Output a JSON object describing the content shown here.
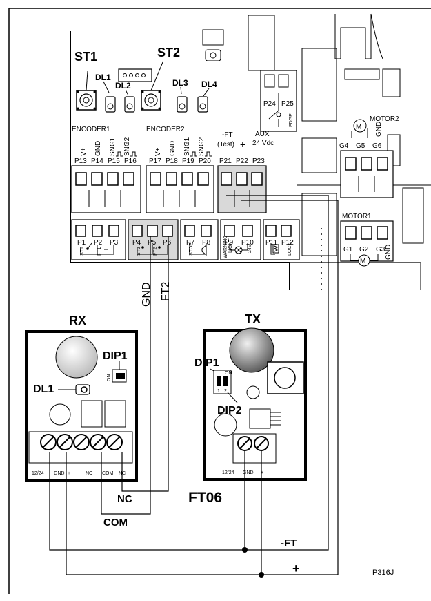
{
  "board": {
    "st1": "ST1",
    "st2": "ST2",
    "dl1": "DL1",
    "dl2": "DL2",
    "dl3": "DL3",
    "dl4": "DL4",
    "encoder1": "ENCODER1",
    "encoder2": "ENCODER2",
    "enc_labels": [
      "V+",
      "GND",
      "SNG1",
      "SNG2",
      "V+",
      "GND",
      "SNG1",
      "SNG2"
    ],
    "top_pins": [
      "P13",
      "P14",
      "P15",
      "P16",
      "P17",
      "P18",
      "P19",
      "P20",
      "P21",
      "P22",
      "P23"
    ],
    "ft_label": "-FT",
    "ft_test": "(Test)",
    "plus": "+",
    "aux": "AUX",
    "aux_v": "24 Vdc",
    "p24": "P24",
    "p25": "P25",
    "edge": "EDGE",
    "motor2": "MOTOR2",
    "motor2_gnd": "GND",
    "g_top": [
      "G4",
      "G5",
      "G6"
    ],
    "motor1": "MOTOR1",
    "g_bot": [
      "G1",
      "G2",
      "G3"
    ],
    "gnd": "GND",
    "bot_pins": [
      "P1",
      "P2",
      "P3",
      "P4",
      "P5",
      "P6",
      "P7",
      "P8",
      "P9",
      "P10",
      "P11",
      "P12"
    ],
    "small": [
      "ST1",
      "FT1",
      "ST2",
      "FT2",
      "STOP",
      "WARNING",
      "LIGHT",
      "24V",
      "LOCK"
    ]
  },
  "wires": {
    "gnd": "GND",
    "ft2": "FT2",
    "nc": "NC",
    "com": "COM",
    "minus_ft": "-FT",
    "plus": "+"
  },
  "rx": {
    "title": "RX",
    "dip1": "DIP1",
    "dl1": "DL1",
    "on": "ON",
    "terms": [
      "12/24",
      "GND",
      "+",
      "NO",
      "COM",
      "NC"
    ]
  },
  "tx": {
    "title": "TX",
    "dip1": "DIP1",
    "dip2": "DIP2",
    "on": "ON",
    "dip_nums": [
      "1",
      "2"
    ],
    "terms": [
      "12/24",
      "GND",
      "+"
    ]
  },
  "model": "FT06",
  "code": "P316J"
}
